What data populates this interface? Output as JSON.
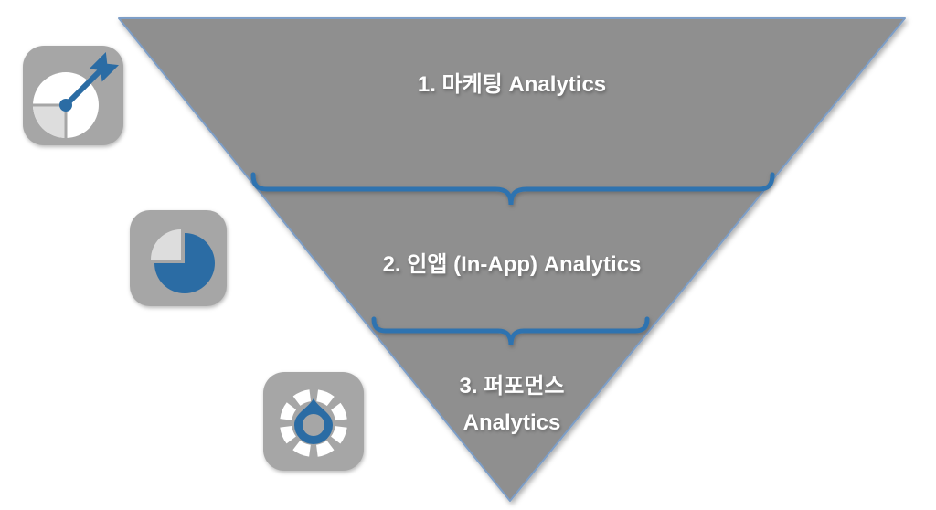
{
  "colors": {
    "page_bg": "#ffffff",
    "funnel_fill": "#8f8f8f",
    "funnel_border": "#7d9ec7",
    "brace": "#2e73b0",
    "label_text": "#ffffff",
    "icon_tile": "#a6a6a6",
    "icon_accent": "#2b6ca4",
    "icon_light": "#dddddd",
    "icon_white": "#ffffff"
  },
  "funnel": {
    "shape": "inverted-triangle",
    "levels": [
      {
        "rank": 1,
        "label": "1. 마케팅 Analytics"
      },
      {
        "rank": 2,
        "label": "2. 인앱 (In-App) Analytics"
      },
      {
        "rank": 3,
        "label": "3. 퍼포먼스\nAnalytics"
      }
    ]
  },
  "icons": [
    {
      "name": "dartboard-target-icon"
    },
    {
      "name": "pie-chart-icon"
    },
    {
      "name": "segmented-wheel-drop-icon"
    }
  ]
}
